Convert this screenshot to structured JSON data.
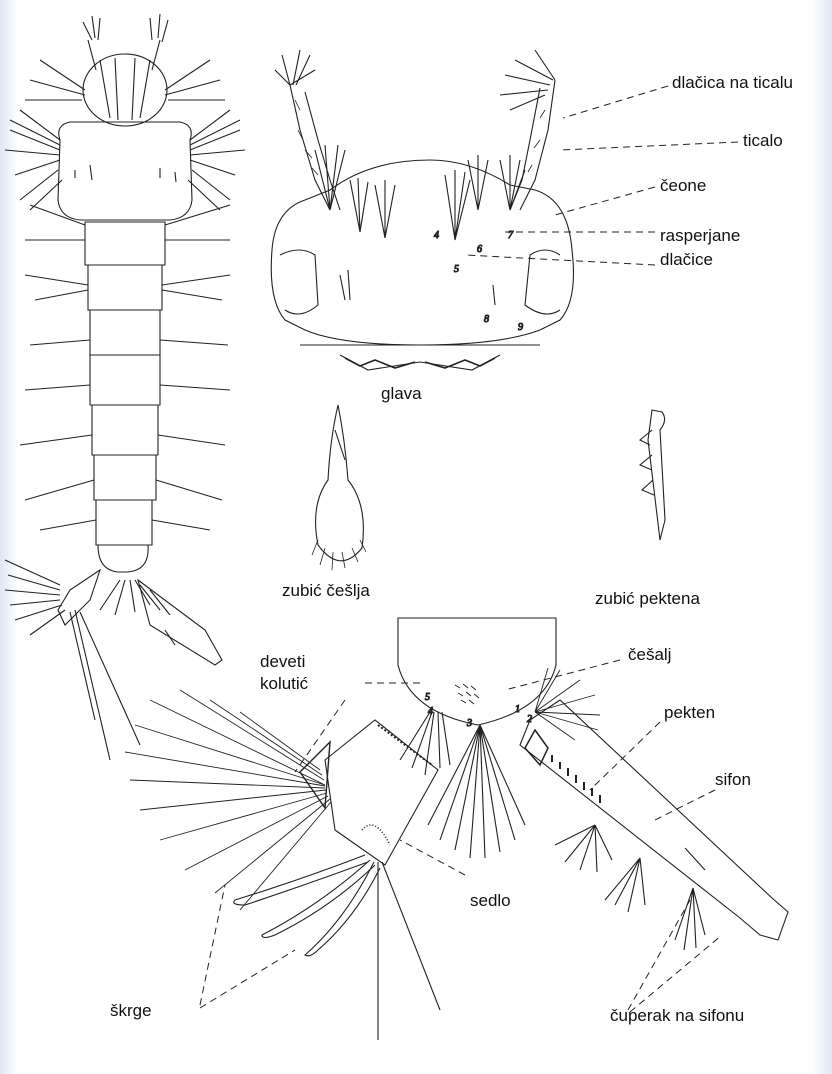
{
  "labels": {
    "dlacica_na_ticalu": "dlačica na ticalu",
    "ticalo": "ticalo",
    "ceone": "čeone",
    "rasperjane": "rasperjane",
    "dlacice": "dlačice",
    "glava": "glava",
    "zubic_cesla": "zubić češlja",
    "zubic_pektena": "zubić pektena",
    "deveti": "deveti",
    "kolutic": "kolutić",
    "cesalj": "češalj",
    "pekten": "pekten",
    "sifon": "sifon",
    "sedlo": "sedlo",
    "skrge": "škrge",
    "cuperak_na_sifonu": "čuperak na sifonu"
  },
  "numbers": {
    "head": [
      "4",
      "5",
      "6",
      "7",
      "8",
      "9"
    ],
    "segment": [
      "1",
      "2",
      "3",
      "4",
      "5"
    ]
  }
}
